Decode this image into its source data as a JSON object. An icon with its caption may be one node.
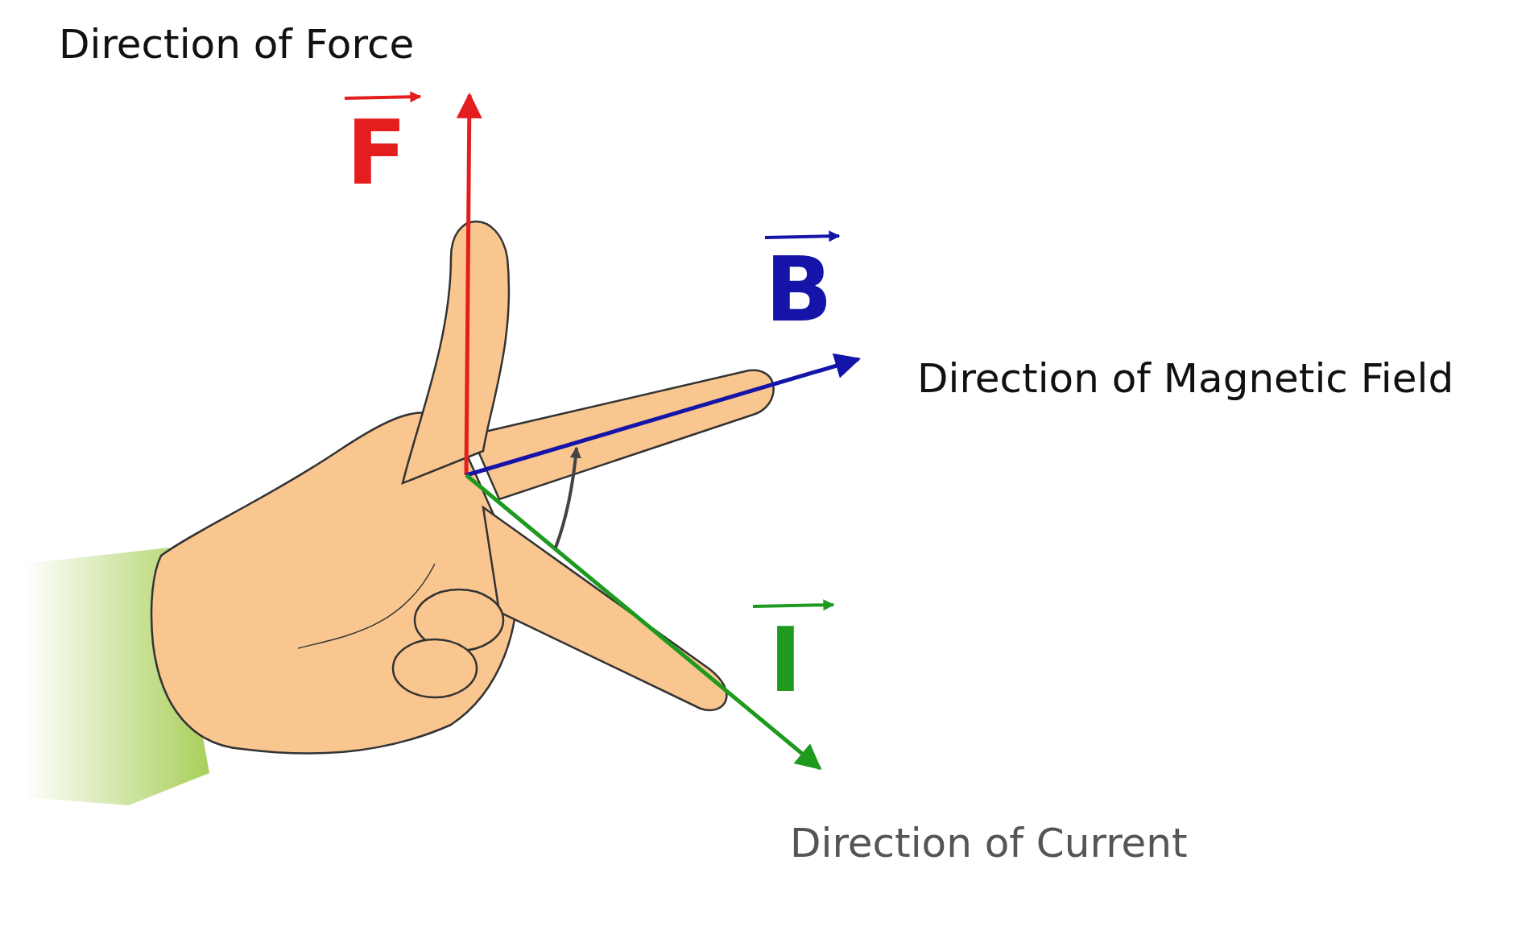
{
  "diagram": {
    "labels": [
      "Direction of Force",
      "F",
      "B",
      "Direction of Magnetic Field",
      "I",
      "Direction of Current"
    ]
  }
}
